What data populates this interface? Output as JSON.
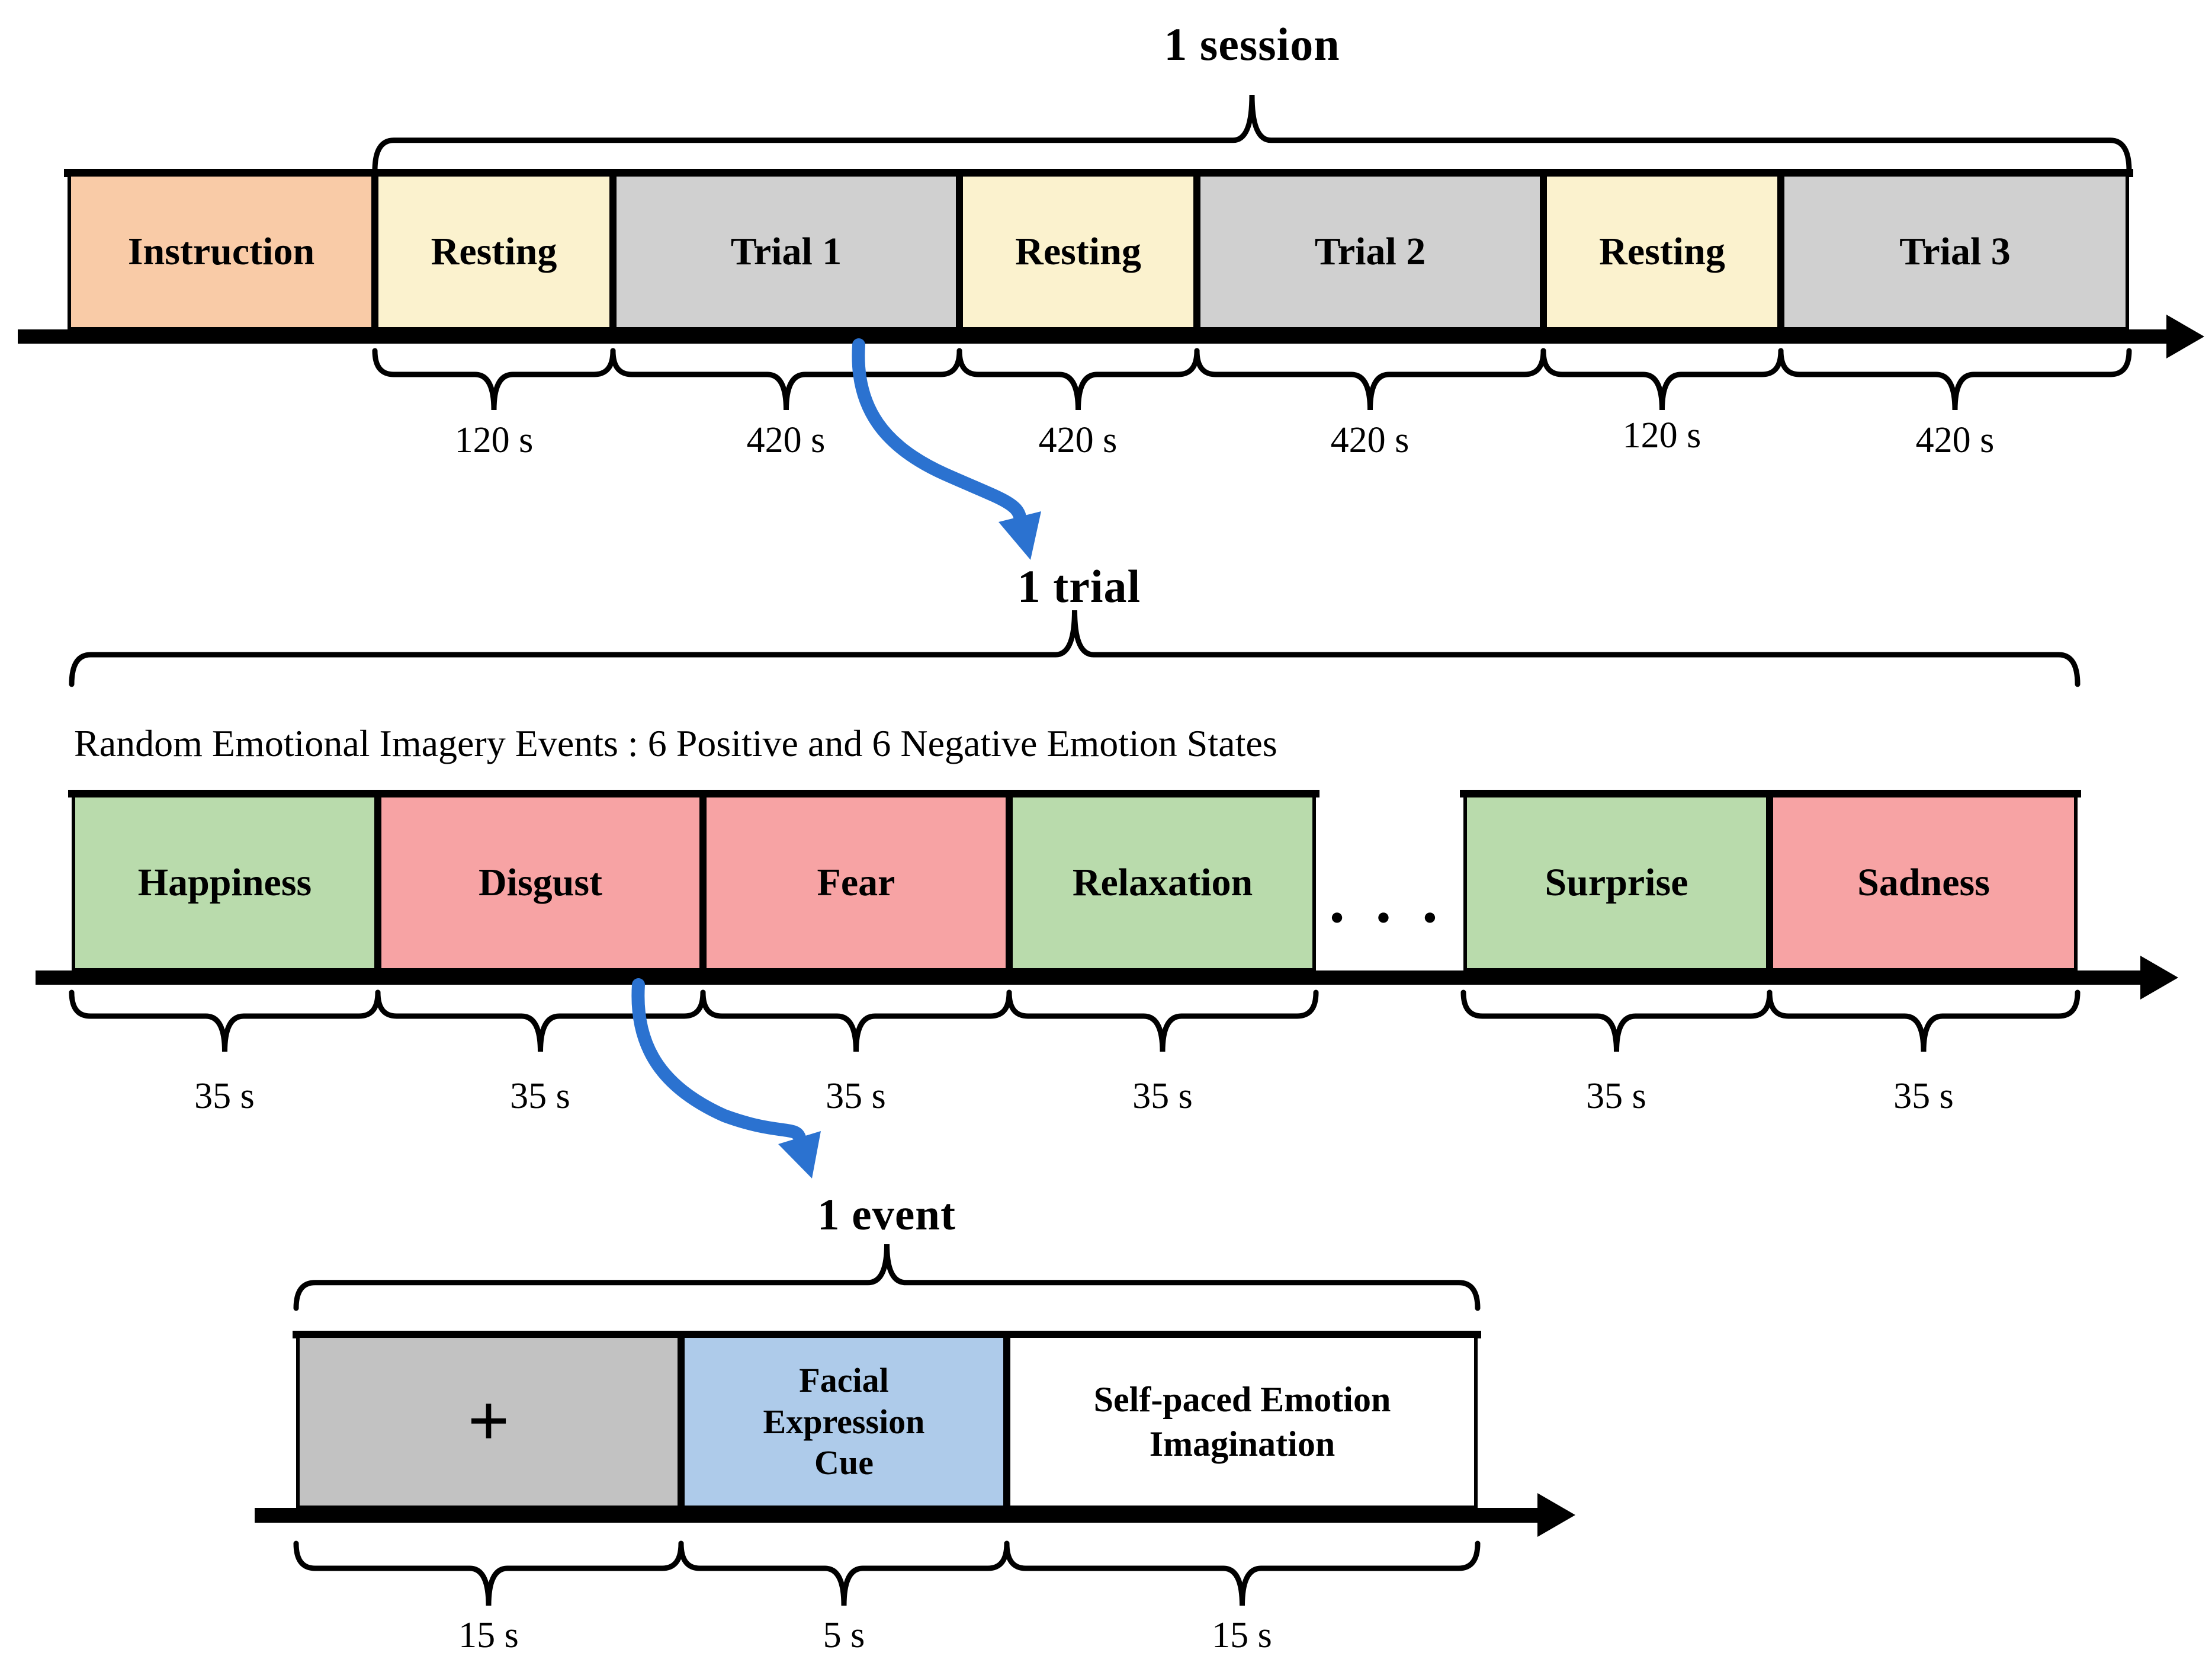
{
  "session": {
    "title": "1 session",
    "blocks": [
      {
        "label": "Instruction",
        "bg": "#F9CBA7"
      },
      {
        "label": "Resting",
        "bg": "#FBF2CE"
      },
      {
        "label": "Trial 1",
        "bg": "#D0D0D0"
      },
      {
        "label": "Resting",
        "bg": "#FBF2CE"
      },
      {
        "label": "Trial 2",
        "bg": "#D0D0D0"
      },
      {
        "label": "Resting",
        "bg": "#FBF2CE"
      },
      {
        "label": "Trial 3",
        "bg": "#D0D0D0"
      }
    ],
    "durations": [
      "120 s",
      "420 s",
      "420 s",
      "420 s",
      "120 s",
      "420 s"
    ]
  },
  "trial": {
    "title": "1 trial",
    "subtitle": "Random Emotional Imagery Events : 6 Positive and 6 Negative Emotion States",
    "blocks": [
      {
        "label": "Happiness",
        "bg": "#B9DBAC"
      },
      {
        "label": "Disgust",
        "bg": "#F7A3A4"
      },
      {
        "label": "Fear",
        "bg": "#F7A3A4"
      },
      {
        "label": "Relaxation",
        "bg": "#B9DBAC"
      },
      {
        "label": "Surprise",
        "bg": "#B9DBAC"
      },
      {
        "label": "Sadness",
        "bg": "#F7A3A4"
      }
    ],
    "ellipsis": "• • •",
    "durations": [
      "35 s",
      "35 s",
      "35 s",
      "35 s",
      "35 s",
      "35 s"
    ]
  },
  "event": {
    "title": "1 event",
    "blocks": [
      {
        "label": "+",
        "bg": "#C2C2C2"
      },
      {
        "label": "Facial Expression Cue",
        "bg": "#AECBEA"
      },
      {
        "label": "Self-paced Emotion Imagination",
        "bg": "#FFFFFF"
      }
    ],
    "durations": [
      "15 s",
      "5 s",
      "15 s"
    ]
  },
  "colors": {
    "arrow_blue": "#2B72D0",
    "outline": "#000000"
  }
}
